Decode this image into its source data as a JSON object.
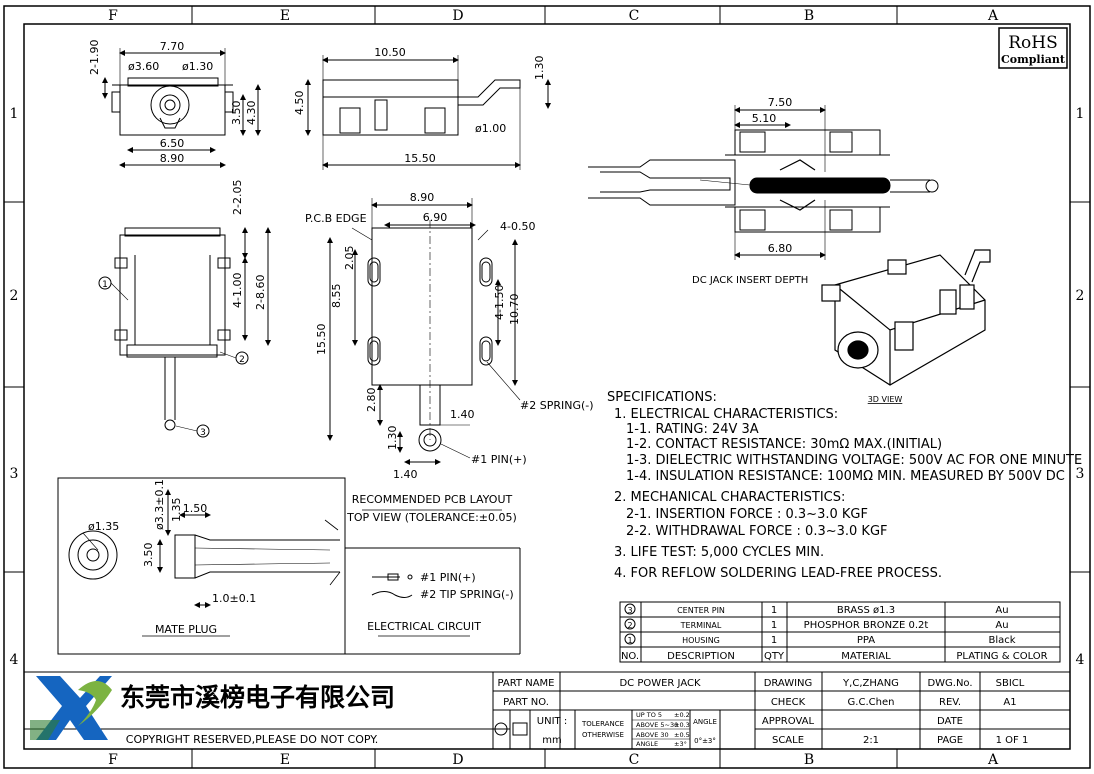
{
  "frame": {
    "col_labels": [
      "F",
      "E",
      "D",
      "C",
      "B",
      "A"
    ],
    "row_labels": [
      "1",
      "2",
      "3",
      "4"
    ]
  },
  "rohs": {
    "line1": "RoHS",
    "line2": "Compliant"
  },
  "top_view": {
    "d_top": "7.70",
    "d_left": "2-1.90",
    "hole_a": "ø3.60",
    "hole_b": "ø1.30",
    "h1": "3.50",
    "h2": "4.30",
    "w1": "6.50",
    "w2": "8.90"
  },
  "side_view": {
    "w_top": "10.50",
    "h": "4.50",
    "pin_h": "1.30",
    "pin_d": "ø1.00",
    "w_bottom": "15.50"
  },
  "front_view": {
    "top": "2-2.05",
    "d1": "4-1.00",
    "d2": "2-8.60",
    "c1": "1",
    "c2": "2",
    "c3": "3"
  },
  "pcb": {
    "edge": "P.C.B EDGE",
    "w_top": "8.90",
    "w_inner": "6.90",
    "d_right": "4-0.50",
    "d_205": "2.05",
    "d_855": "8.55",
    "d_1550": "15.50",
    "d_150": "4-1.50",
    "d_1070": "10.70",
    "d_280": "2.80",
    "d_140a": "1.40",
    "d_130": "1.30",
    "d_140b": "1.40",
    "spring": "#2 SPRING(-)",
    "pin": "#1 PIN(+)",
    "title": "RECOMMENDED PCB LAYOUT",
    "sub": "TOP VIEW (TOLERANCE:±0.05)"
  },
  "insert": {
    "d750": "7.50",
    "d510": "5.10",
    "d680": "6.80",
    "caption": "DC JACK INSERT DEPTH"
  },
  "view3d": {
    "label": "3D VIEW"
  },
  "specs": {
    "title": "SPECIFICATIONS:",
    "lines": [
      "1. ELECTRICAL CHARACTERISTICS:",
      "1-1. RATING: 24V 3A",
      "1-2. CONTACT RESISTANCE: 30mΩ MAX.(INITIAL)",
      "1-3. DIELECTRIC WITHSTANDING VOLTAGE: 500V AC FOR ONE MINUTE",
      "1-4. INSULATION RESISTANCE: 100MΩ MIN. MEASURED BY 500V DC",
      "2. MECHANICAL CHARACTERISTICS:",
      "2-1. INSERTION FORCE : 0.3~3.0 KGF",
      "2-2. WITHDRAWAL FORCE : 0.3~3.0 KGF",
      "3. LIFE TEST: 5,000 CYCLES MIN.",
      "4. FOR REFLOW SOLDERING LEAD-FREE PROCESS."
    ]
  },
  "mate_plug": {
    "d_outer": "ø3.3±0.1",
    "d_135": "1.35",
    "d_150": "1.50",
    "d_inner": "ø1.35",
    "d_350": "3.50",
    "d_len": "1.0±0.1",
    "title": "MATE PLUG"
  },
  "circuit": {
    "pin": "#1 PIN(+)",
    "spring": "#2 TIP SPRING(-)",
    "title": "ELECTRICAL CIRCUIT"
  },
  "bom": {
    "rows": [
      {
        "no": "3",
        "desc": "CENTER PIN",
        "qty": "1",
        "mat": "BRASS ø1.3",
        "plat": "Au"
      },
      {
        "no": "2",
        "desc": "TERMINAL",
        "qty": "1",
        "mat": "PHOSPHOR BRONZE 0.2t",
        "plat": "Au"
      },
      {
        "no": "1",
        "desc": "HOUSING",
        "qty": "1",
        "mat": "PPA",
        "plat": "Black"
      }
    ],
    "header": {
      "no": "NO.",
      "desc": "DESCRIPTION",
      "qty": "QTY",
      "mat": "MATERIAL",
      "plat": "PLATING & COLOR"
    }
  },
  "title_block": {
    "company": "东莞市溪榜电子有限公司",
    "copyright": "COPYRIGHT RESERVED,PLEASE DO NOT COPY.",
    "part_name_label": "PART NAME",
    "part_name": "DC POWER JACK",
    "part_no_label": "PART NO.",
    "unit_label": "UNIT :",
    "unit": "mm",
    "tol_label": "TOLERANCE",
    "tol_label2": "OTHERWISE",
    "tol_r1a": "UP TO 5",
    "tol_r1b": "±0.2",
    "tol_r2a": "ABOVE 5~30",
    "tol_r2b": "±0.3",
    "tol_r3a": "ABOVE 30",
    "tol_r3b": "±0.5",
    "tol_r4a": "ANGLE",
    "tol_r4b": "±3°",
    "angle_label": "ANGLE",
    "angle_val": "0°±3°",
    "drawing_label": "DRAWING",
    "drawing": "Y,C,ZHANG",
    "check_label": "CHECK",
    "check": "G.C.Chen",
    "approval_label": "APPROVAL",
    "scale_label": "SCALE",
    "scale": "2:1",
    "dwg_label": "DWG.No.",
    "dwg": "SBICL",
    "rev_label": "REV.",
    "rev": "A1",
    "date_label": "DATE",
    "page_label": "PAGE",
    "page": "1 OF 1"
  }
}
